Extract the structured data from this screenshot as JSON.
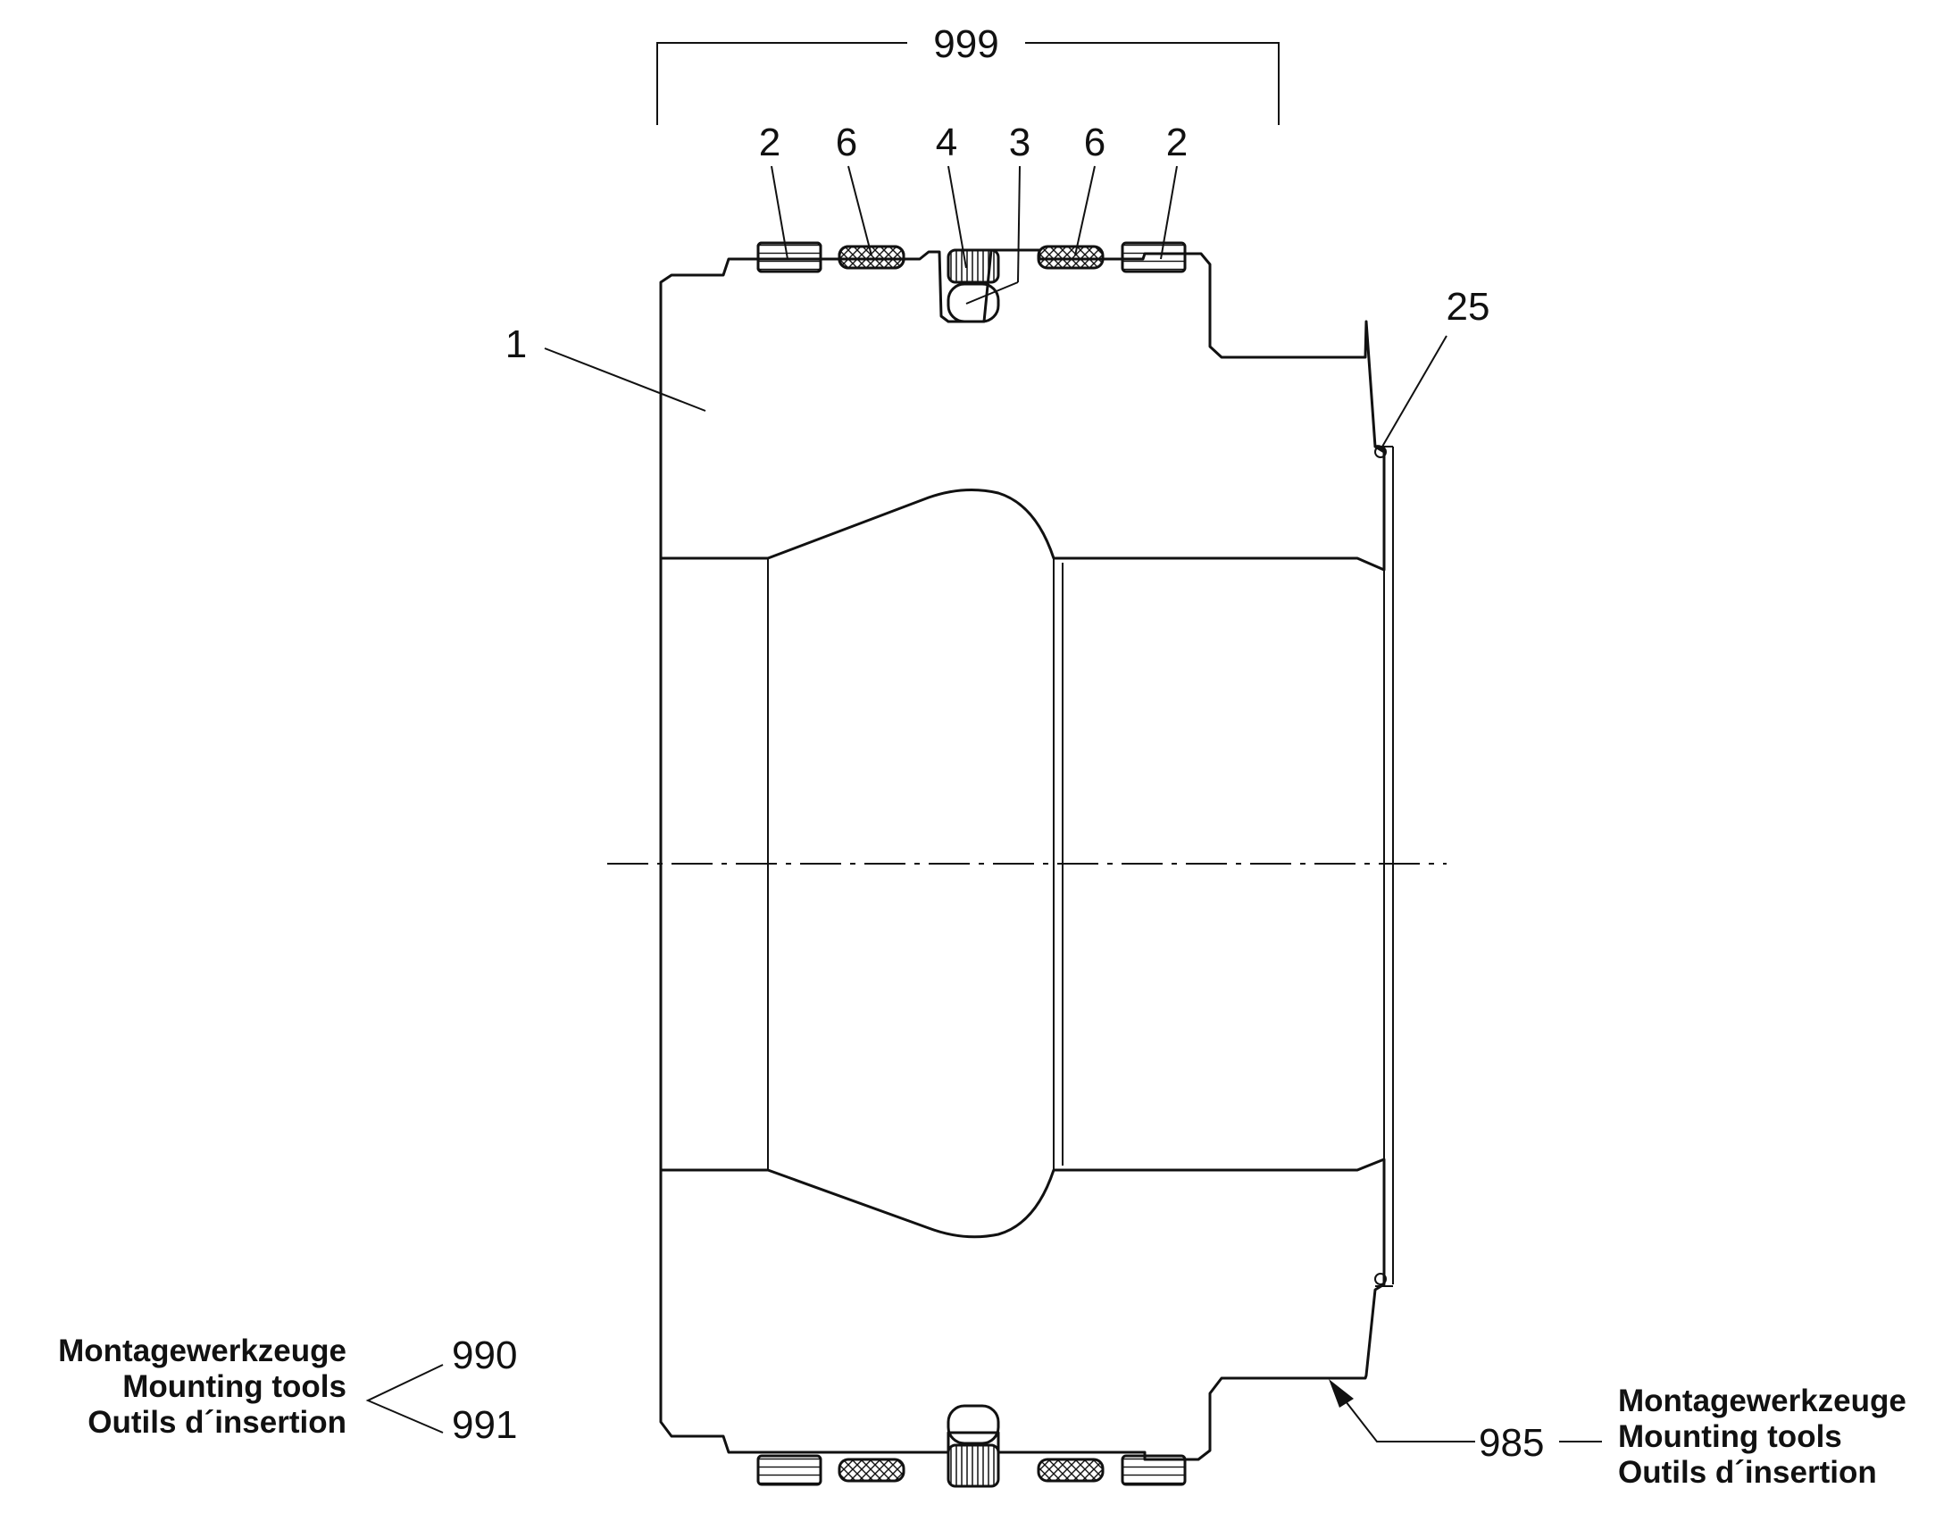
{
  "callouts": {
    "group_999": "999",
    "top_2_left": "2",
    "top_6_left": "6",
    "top_4": "4",
    "top_3": "3",
    "top_6_right": "6",
    "top_2_right": "2",
    "part_1": "1",
    "part_25": "25",
    "tool_990": "990",
    "tool_991": "991",
    "tool_985": "985"
  },
  "notes": {
    "left": [
      "Montagewerkzeuge",
      "Mounting tools",
      "Outils d´insertion"
    ],
    "right": [
      "Montagewerkzeuge",
      "Mounting tools",
      "Outils d´insertion"
    ]
  },
  "colors": {
    "line": "#111111",
    "background": "#ffffff"
  }
}
